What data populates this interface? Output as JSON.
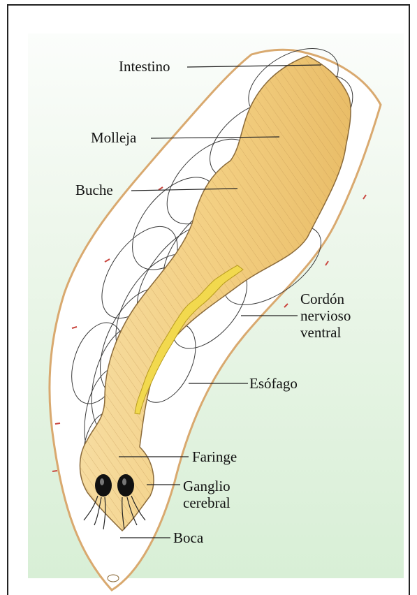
{
  "labels": {
    "intestino": "Intestino",
    "molleja": "Molleja",
    "buche": "Buche",
    "cordon_line1": "Cordón",
    "cordon_line2": "nervioso",
    "cordon_line3": "ventral",
    "esofago": "Esófago",
    "faringe": "Faringe",
    "ganglio_line1": "Ganglio",
    "ganglio_line2": "cerebral",
    "boca": "Boca"
  },
  "colors": {
    "body_fill": "#ffffff",
    "body_outline": "#d7a76f",
    "gut_fill": "#f2cf86",
    "nerve_fill": "#f0d64a",
    "background_gradient_bottom": "#d8efd6"
  }
}
